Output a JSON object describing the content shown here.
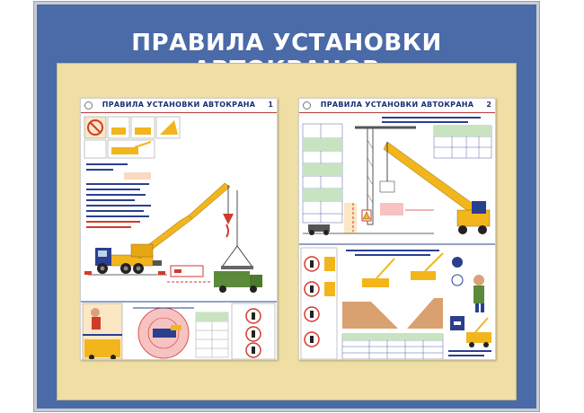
{
  "board": {
    "title": "ПРАВИЛА УСТАНОВКИ АВТОКРАНОВ"
  },
  "posters": [
    {
      "title": "ПРАВИЛА УСТАНОВКИ АВТОКРАНА",
      "number": "1"
    },
    {
      "title": "ПРАВИЛА УСТАНОВКИ АВТОКРАНА",
      "number": "2"
    }
  ],
  "colors": {
    "frame_blue": "#4a6aa8",
    "inner_beige": "#efdfa4",
    "crane_yellow": "#f2b51c",
    "truck_blue": "#2b3f8f",
    "warning_red": "#d23a2a"
  }
}
